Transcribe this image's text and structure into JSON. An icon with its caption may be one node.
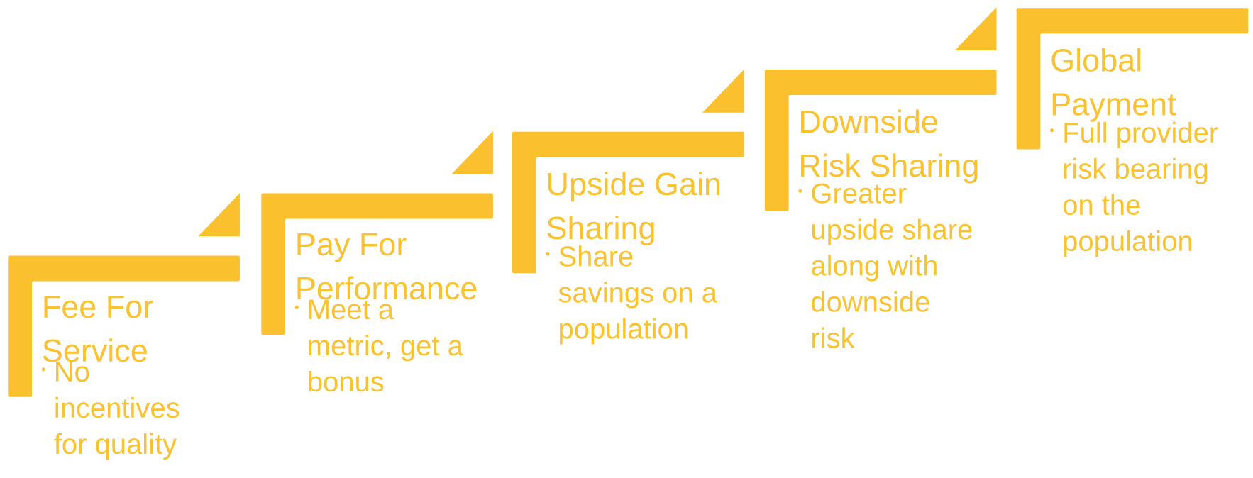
{
  "diagram": {
    "nodes": [
      {
        "text": [
          "Fee For Service",
          "No incentives for quality"
        ]
      },
      {
        "text": [
          "Pay For Performance",
          "Meet a metric, get a bonus"
        ]
      },
      {
        "text": [
          "Upside Gain Sharing",
          "Share savings on a population"
        ]
      },
      {
        "text": [
          "Downside Risk Sharing",
          "Greater upside share along with downside risk"
        ]
      },
      {
        "text": [
          "Global Payment",
          "Full provider risk bearing on the population"
        ]
      }
    ]
  }
}
